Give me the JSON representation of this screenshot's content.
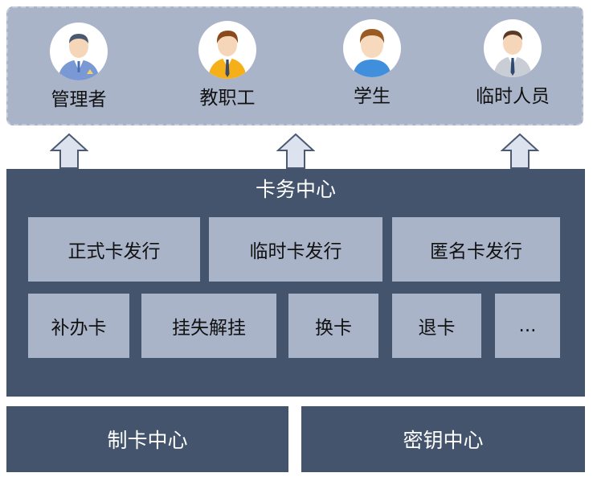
{
  "users": [
    {
      "label": "管理者",
      "icon": "admin-avatar-icon"
    },
    {
      "label": "教职工",
      "icon": "staff-avatar-icon"
    },
    {
      "label": "学生",
      "icon": "student-avatar-icon"
    },
    {
      "label": "临时人员",
      "icon": "temporary-person-avatar-icon"
    }
  ],
  "card_center": {
    "title": "卡务中心",
    "row1": [
      "正式卡发行",
      "临时卡发行",
      "匿名卡发行"
    ],
    "row2": [
      "补办卡",
      "挂失解挂",
      "换卡",
      "退卡",
      "..."
    ]
  },
  "bottom": {
    "card_making_center": "制卡中心",
    "key_center": "密钥中心"
  },
  "colors": {
    "panel_light": "#aab4c9",
    "panel_dark": "#44546c",
    "arrow_fill": "#dde3ee"
  }
}
